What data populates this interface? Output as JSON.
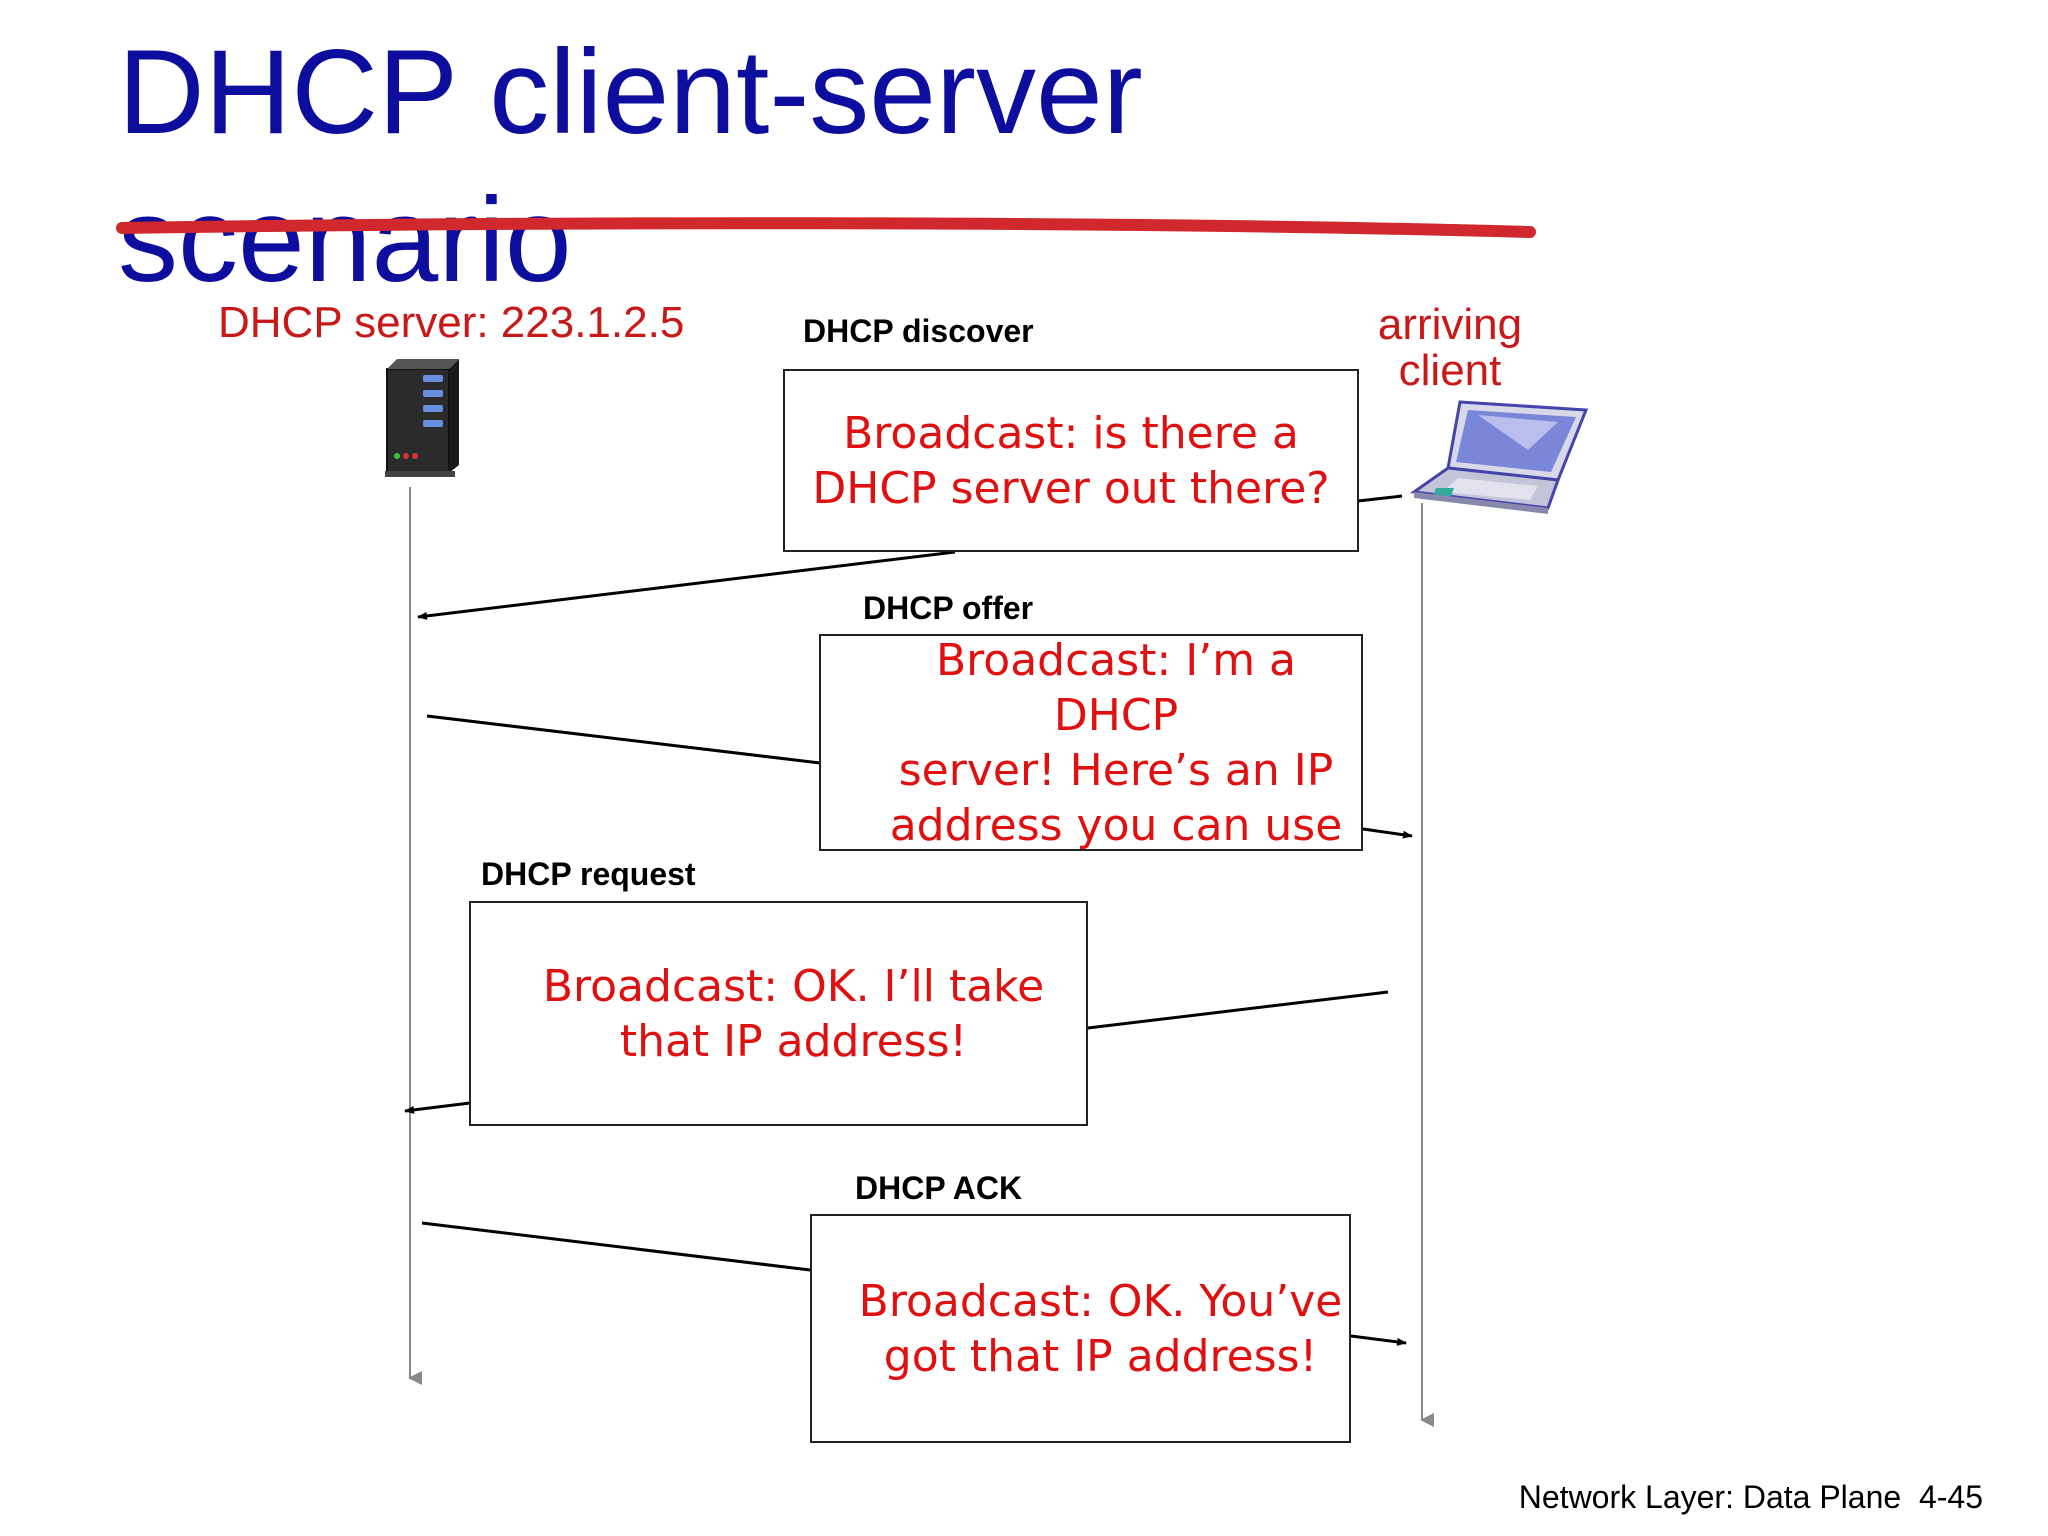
{
  "title": "DHCP client-server scenario",
  "server": {
    "label": "DHCP server: 223.1.2.5",
    "icon": "server-icon"
  },
  "client": {
    "label": "arriving\nclient",
    "icon": "laptop-icon"
  },
  "messages": [
    {
      "name": "DHCP discover",
      "text": "Broadcast: is there a\nDHCP server out there?",
      "direction": "client-to-server"
    },
    {
      "name": "DHCP offer",
      "text": "Broadcast: I’m a DHCP\nserver! Here’s an IP\naddress you can use",
      "direction": "server-to-client"
    },
    {
      "name": "DHCP request",
      "text": "Broadcast: OK.  I’ll take\nthat IP address!",
      "direction": "client-to-server"
    },
    {
      "name": "DHCP ACK",
      "text": "Broadcast: OK.  You’ve\ngot that IP address!",
      "direction": "server-to-client"
    }
  ],
  "footer": "Network Layer: Data Plane  4-45",
  "colors": {
    "title": "#0d0d9e",
    "accent_red": "#e01010",
    "strike": "#d0282c"
  }
}
